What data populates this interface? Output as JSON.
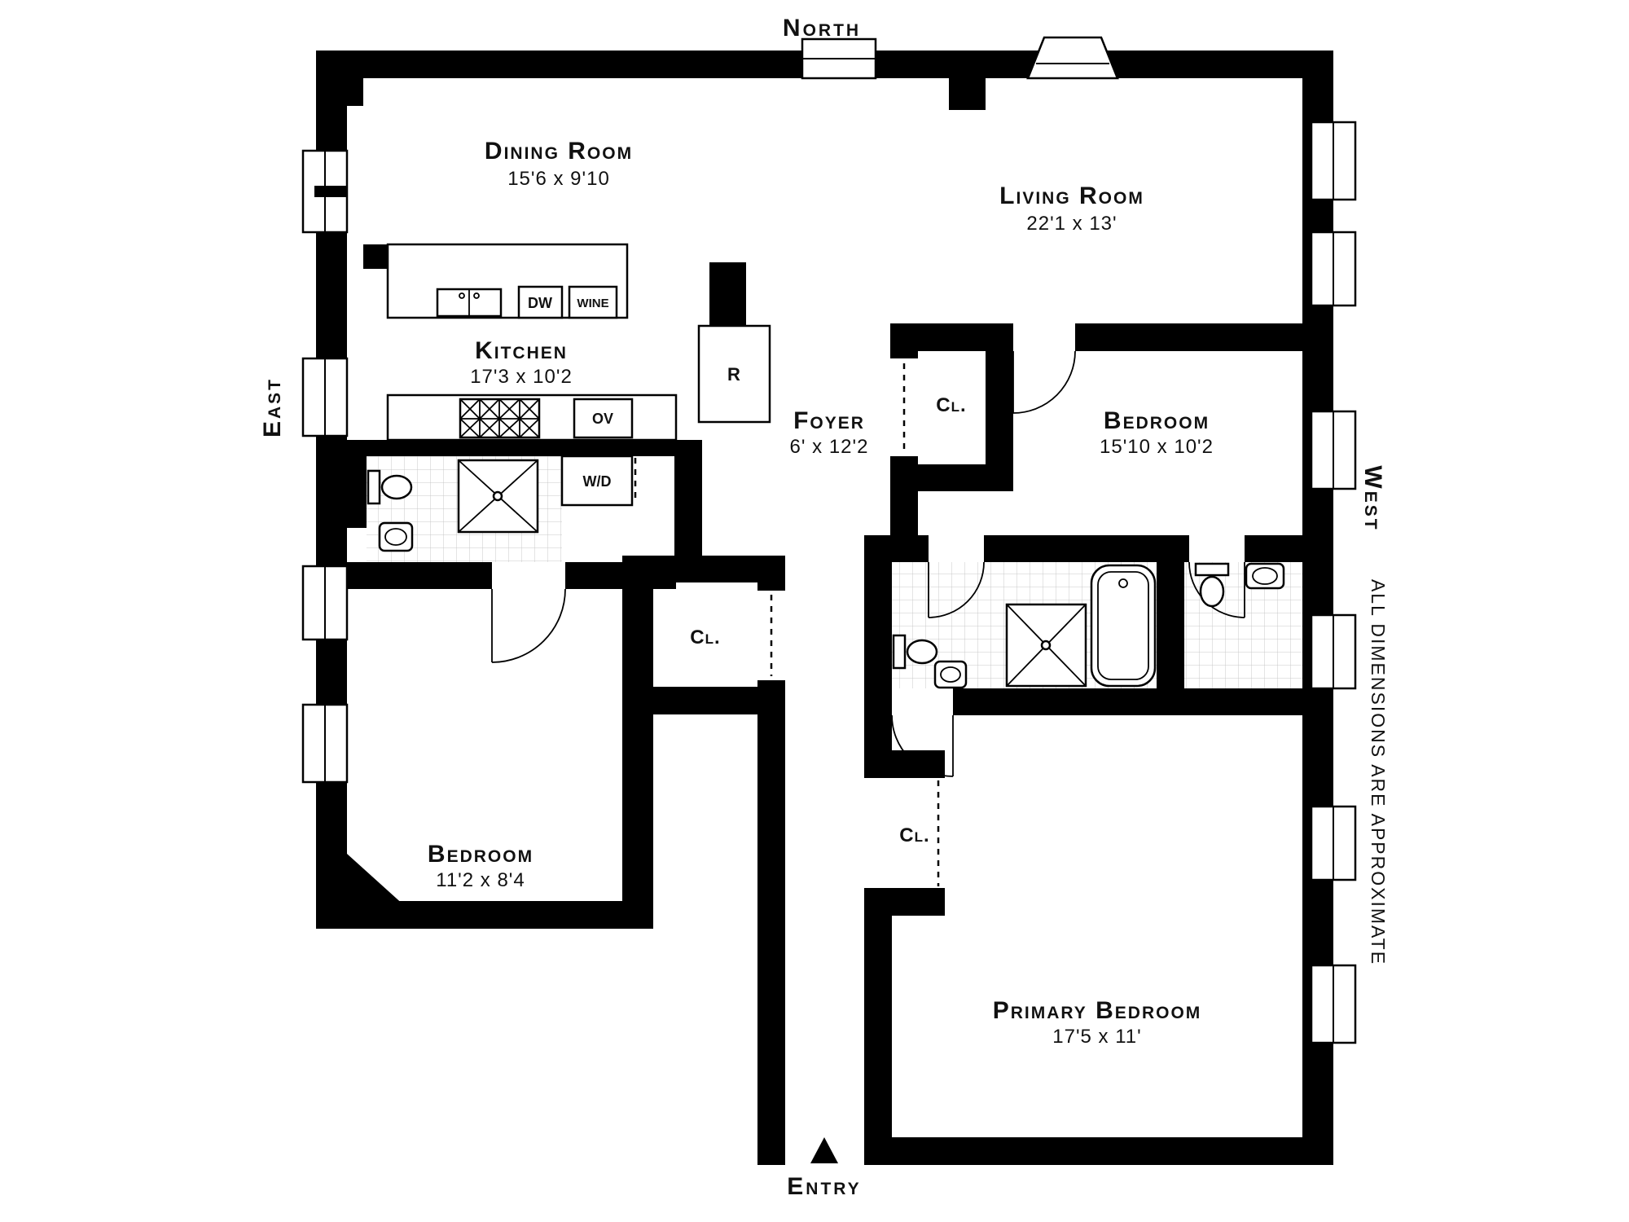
{
  "compass": {
    "north": "North",
    "east": "East",
    "west": "West"
  },
  "entry": {
    "label": "Entry"
  },
  "disclaimer": "ALL DIMENSIONS ARE APPROXIMATE",
  "rooms": {
    "dining_room": {
      "name": "Dining Room",
      "dims": "15'6 x 9'10"
    },
    "living_room": {
      "name": "Living Room",
      "dims": "22'1 x 13'"
    },
    "kitchen": {
      "name": "Kitchen",
      "dims": "17'3 x 10'2"
    },
    "foyer": {
      "name": "Foyer",
      "dims": "6' x 12'2"
    },
    "bedroom_right": {
      "name": "Bedroom",
      "dims": "15'10 x 10'2"
    },
    "bedroom_left": {
      "name": "Bedroom",
      "dims": "11'2 x 8'4"
    },
    "primary_bedroom": {
      "name": "Primary Bedroom",
      "dims": "17'5 x 11'"
    }
  },
  "closets": {
    "foyer_closet": "Cl.",
    "hall_closet": "Cl.",
    "primary_closet": "Cl."
  },
  "appliances": {
    "dishwasher": "DW",
    "wine_fridge": "WINE",
    "oven": "OV",
    "washer_dryer": "W/D",
    "refrigerator": "R"
  },
  "colors": {
    "wall": "#000000",
    "background": "#ffffff",
    "tile_grid": "#c9c9c9"
  }
}
